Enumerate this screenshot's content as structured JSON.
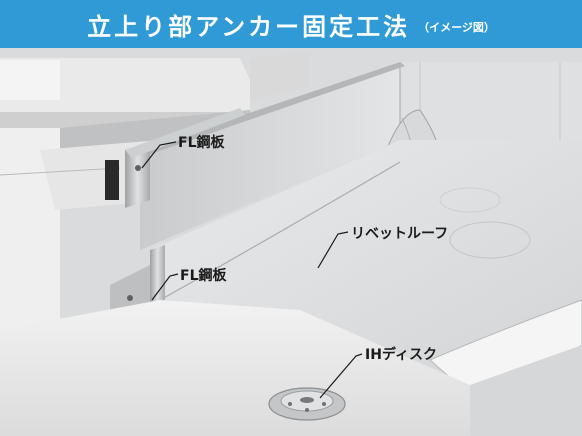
{
  "header": {
    "title": "立上り部アンカー固定工法",
    "subtitle": "（イメージ図）",
    "background_color": "#2f9ad6",
    "text_color": "#ffffff"
  },
  "callouts": {
    "fl_plate_upper": "FL鋼板",
    "fl_plate_lower": "FL鋼板",
    "rivet_roof": "リベットルーフ",
    "ih_disc": "IHディスク"
  }
}
